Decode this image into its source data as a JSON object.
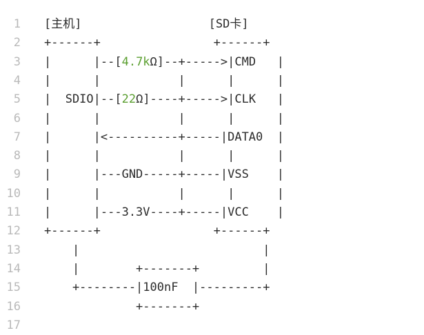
{
  "editor": {
    "accent_color": "#5a9e2f",
    "lines": [
      {
        "number": "1",
        "segments": [
          {
            "text": "[主机]                  [SD卡]",
            "style": "normal"
          }
        ]
      },
      {
        "number": "2",
        "segments": [
          {
            "text": "+------+                +------+",
            "style": "normal"
          }
        ]
      },
      {
        "number": "3",
        "segments": [
          {
            "text": "|      |--[",
            "style": "normal"
          },
          {
            "text": "4.7k",
            "style": "green"
          },
          {
            "text": "Ω]--+----->|CMD   |",
            "style": "normal"
          }
        ]
      },
      {
        "number": "4",
        "segments": [
          {
            "text": "|      |           |      |      |",
            "style": "normal"
          }
        ]
      },
      {
        "number": "5",
        "segments": [
          {
            "text": "|  SDIO|--[",
            "style": "normal"
          },
          {
            "text": "22",
            "style": "green"
          },
          {
            "text": "Ω]----+----->|CLK   |",
            "style": "normal"
          }
        ]
      },
      {
        "number": "6",
        "segments": [
          {
            "text": "|      |           |      |      |",
            "style": "normal"
          }
        ]
      },
      {
        "number": "7",
        "segments": [
          {
            "text": "|      |<----------+-----|DATA0  |",
            "style": "normal"
          }
        ]
      },
      {
        "number": "8",
        "segments": [
          {
            "text": "|      |           |      |      |",
            "style": "normal"
          }
        ]
      },
      {
        "number": "9",
        "segments": [
          {
            "text": "|      |---GND-----+-----|VSS    |",
            "style": "normal"
          }
        ]
      },
      {
        "number": "10",
        "segments": [
          {
            "text": "|      |           |      |      |",
            "style": "normal"
          }
        ]
      },
      {
        "number": "11",
        "segments": [
          {
            "text": "|      |---3.3V----+-----|VCC    |",
            "style": "normal"
          }
        ]
      },
      {
        "number": "12",
        "segments": [
          {
            "text": "+------+                +------+",
            "style": "normal"
          }
        ]
      },
      {
        "number": "13",
        "segments": [
          {
            "text": "    |                          |",
            "style": "normal"
          }
        ]
      },
      {
        "number": "14",
        "segments": [
          {
            "text": "    |        +-------+         |",
            "style": "normal"
          }
        ]
      },
      {
        "number": "15",
        "segments": [
          {
            "text": "    +--------|100nF  |---------+",
            "style": "normal"
          }
        ]
      },
      {
        "number": "16",
        "segments": [
          {
            "text": "             +-------+",
            "style": "normal"
          }
        ]
      },
      {
        "number": "17",
        "segments": [
          {
            "text": "",
            "style": "normal"
          }
        ]
      }
    ]
  }
}
